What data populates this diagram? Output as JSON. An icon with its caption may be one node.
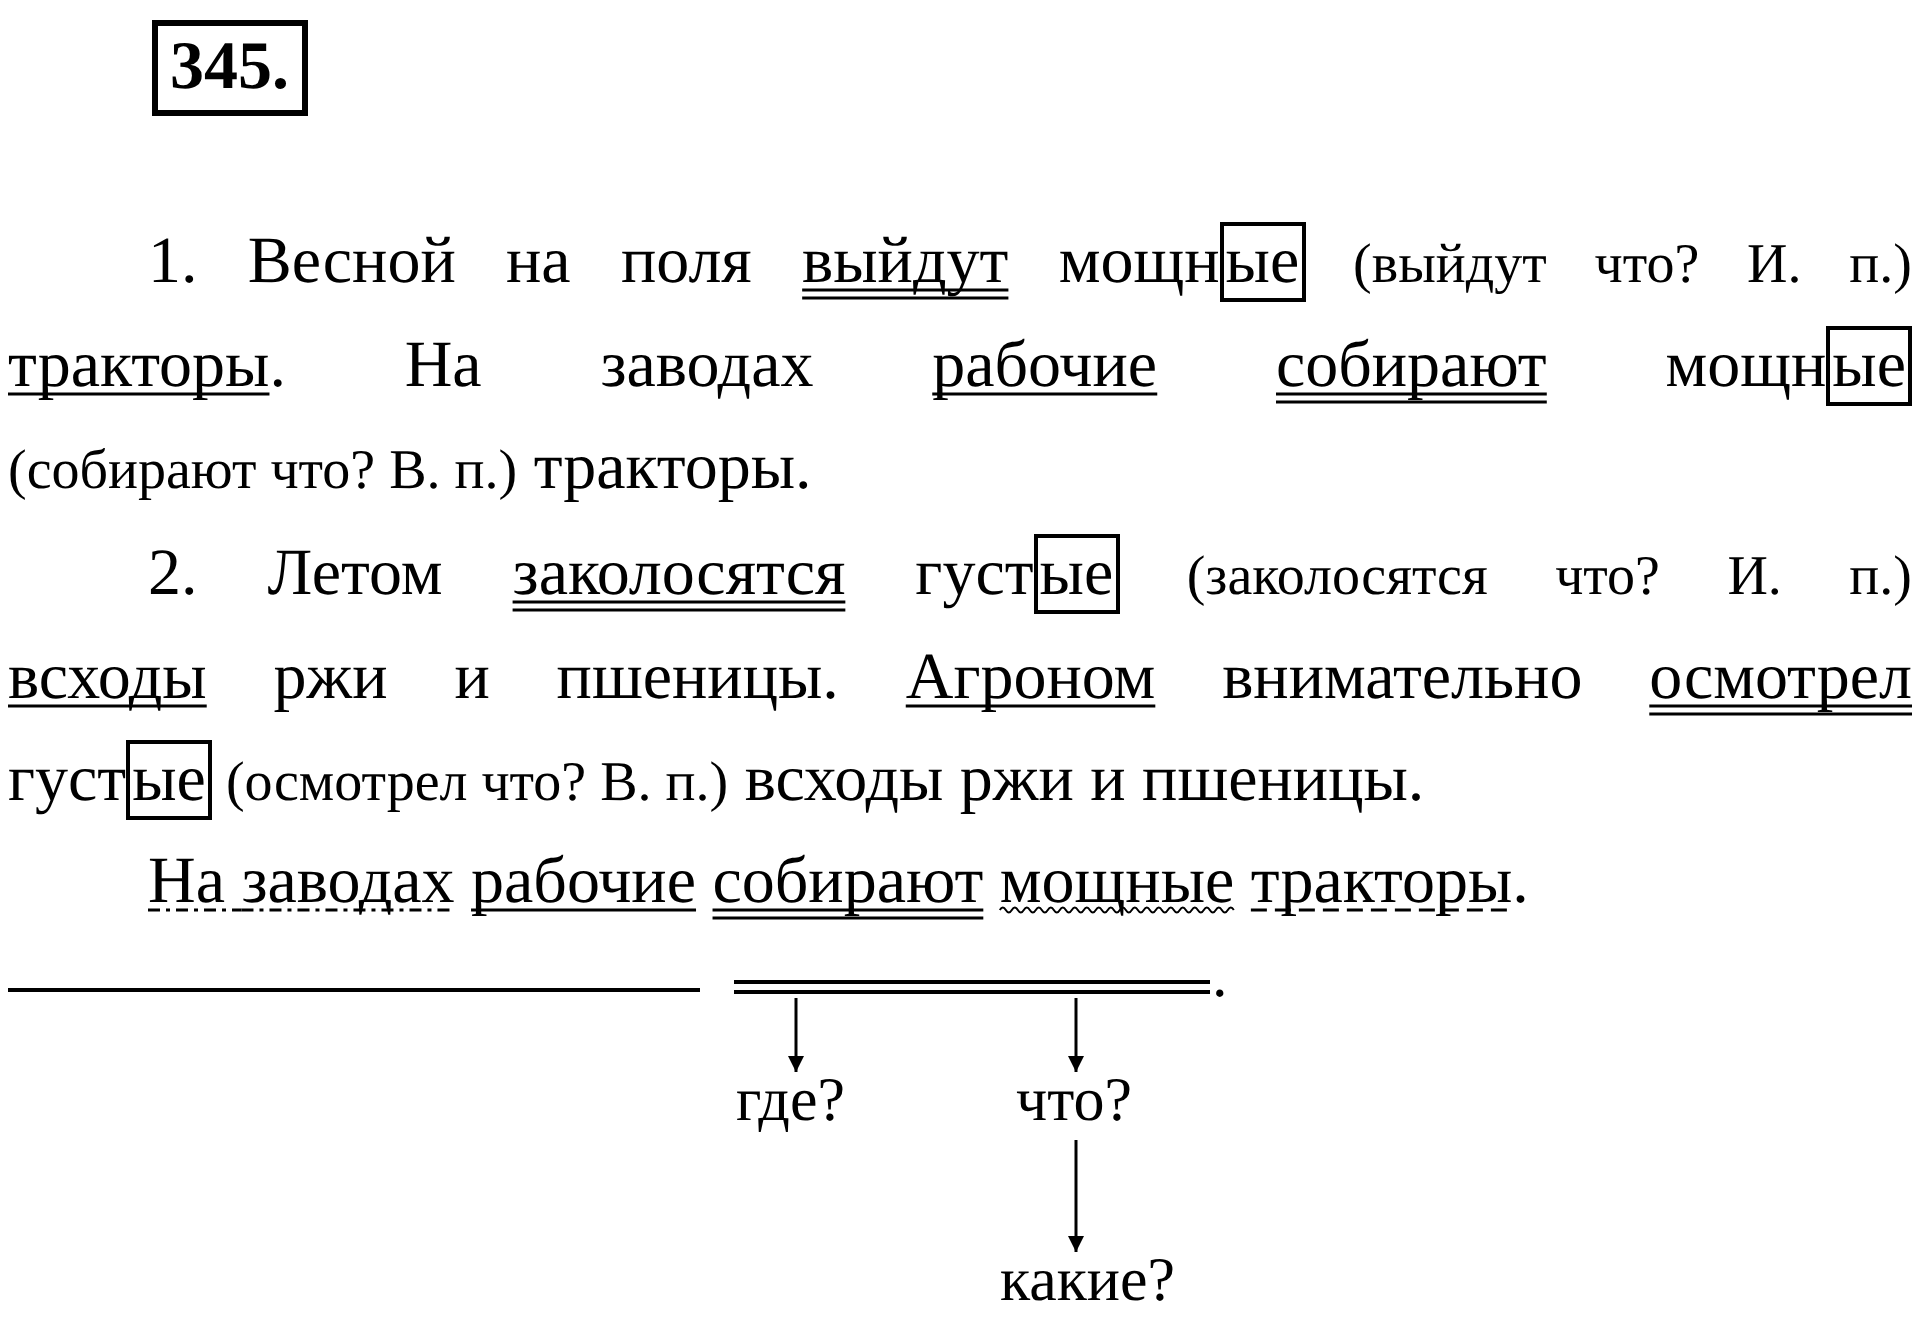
{
  "diagram": {
    "title": "345.",
    "nodes": [
      {
        "text": [],
        "shape": "bar"
      },
      {
        "text": [],
        "shape": "bar"
      },
      {
        "text": [
          "где?"
        ]
      },
      {
        "text": [
          "что?"
        ]
      },
      {
        "text": [
          "какие?"
        ]
      }
    ],
    "edges": [
      {
        "from": 1,
        "to": 2,
        "arrow": "to"
      },
      {
        "from": 1,
        "to": 3,
        "arrow": "to"
      },
      {
        "from": 3,
        "to": 4,
        "arrow": "to"
      }
    ],
    "labels": [
      "1. Весной на поля выйдут мощные (выйдут что? И. п.) тракторы. На заводах рабочие собирают мощные (собирают что? В. п.) тракторы.",
      "2. Летом заколосятся густые (заколосятся что? И. п.) всходы ржи и пшеницы. Агроном внимательно осмотрел густые (осмотрел что? В. п.) всходы ржи и пшеницы.",
      "На заводах рабочие собирают мощные тракторы.",
      "."
    ]
  }
}
